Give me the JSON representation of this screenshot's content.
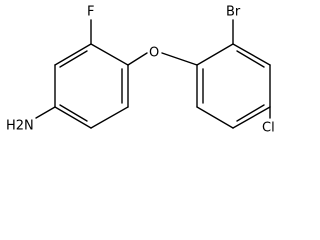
{
  "structure": {
    "atoms": {
      "amine": "H2N",
      "fluorine": "F",
      "oxygen": "O",
      "bromine": "Br",
      "chlorine": "Cl"
    }
  },
  "colors": {
    "bond": "#000000",
    "label": "#000000",
    "background": "#ffffff"
  }
}
